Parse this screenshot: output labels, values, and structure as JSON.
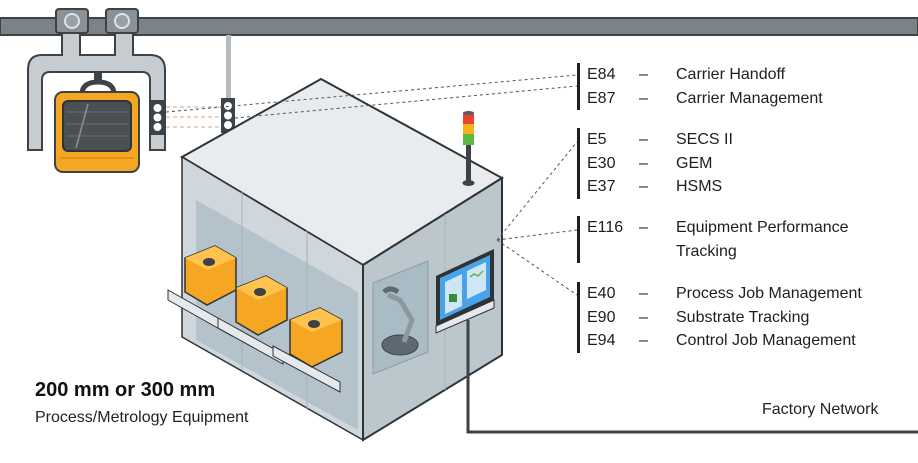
{
  "equipment": {
    "title": "200 mm or 300 mm",
    "subtitle": "Process/Metrology Equipment"
  },
  "network": {
    "label": "Factory Network"
  },
  "standard_groups": [
    {
      "items": [
        {
          "code": "E84",
          "dash": "–",
          "desc": "Carrier Handoff"
        },
        {
          "code": "E87",
          "dash": "–",
          "desc": "Carrier Management"
        }
      ]
    },
    {
      "items": [
        {
          "code": "E5",
          "dash": "–",
          "desc": "SECS II"
        },
        {
          "code": "E30",
          "dash": "–",
          "desc": "GEM"
        },
        {
          "code": "E37",
          "dash": "–",
          "desc": "HSMS"
        }
      ]
    },
    {
      "items": [
        {
          "code": "E116",
          "dash": "–",
          "desc": "Equipment Performance Tracking"
        }
      ]
    },
    {
      "items": [
        {
          "code": "E40",
          "dash": "–",
          "desc": "Process Job Management"
        },
        {
          "code": "E90",
          "dash": "–",
          "desc": "Substrate Tracking"
        },
        {
          "code": "E94",
          "dash": "–",
          "desc": "Control Job Management"
        }
      ]
    }
  ],
  "illustration": {
    "components": [
      "overhead-rail",
      "oht-vehicle",
      "foup-carrier",
      "e84-sensor-oht",
      "e84-sensor-pole",
      "equipment-tool",
      "load-ports",
      "robot-arm-window",
      "signal-tower",
      "operator-touchscreen",
      "network-cable"
    ],
    "colors": {
      "rail": "#7b8288",
      "rail_outline": "#3c4246",
      "foup": "#f5a623",
      "tool_top": "#e9ecef",
      "tool_front": "#cfd6dc",
      "tool_side": "#bcc6cd",
      "signal_red": "#e8432b",
      "signal_amber": "#f7b21b",
      "signal_green": "#5cb842",
      "screen": "#4aa3e8"
    }
  }
}
